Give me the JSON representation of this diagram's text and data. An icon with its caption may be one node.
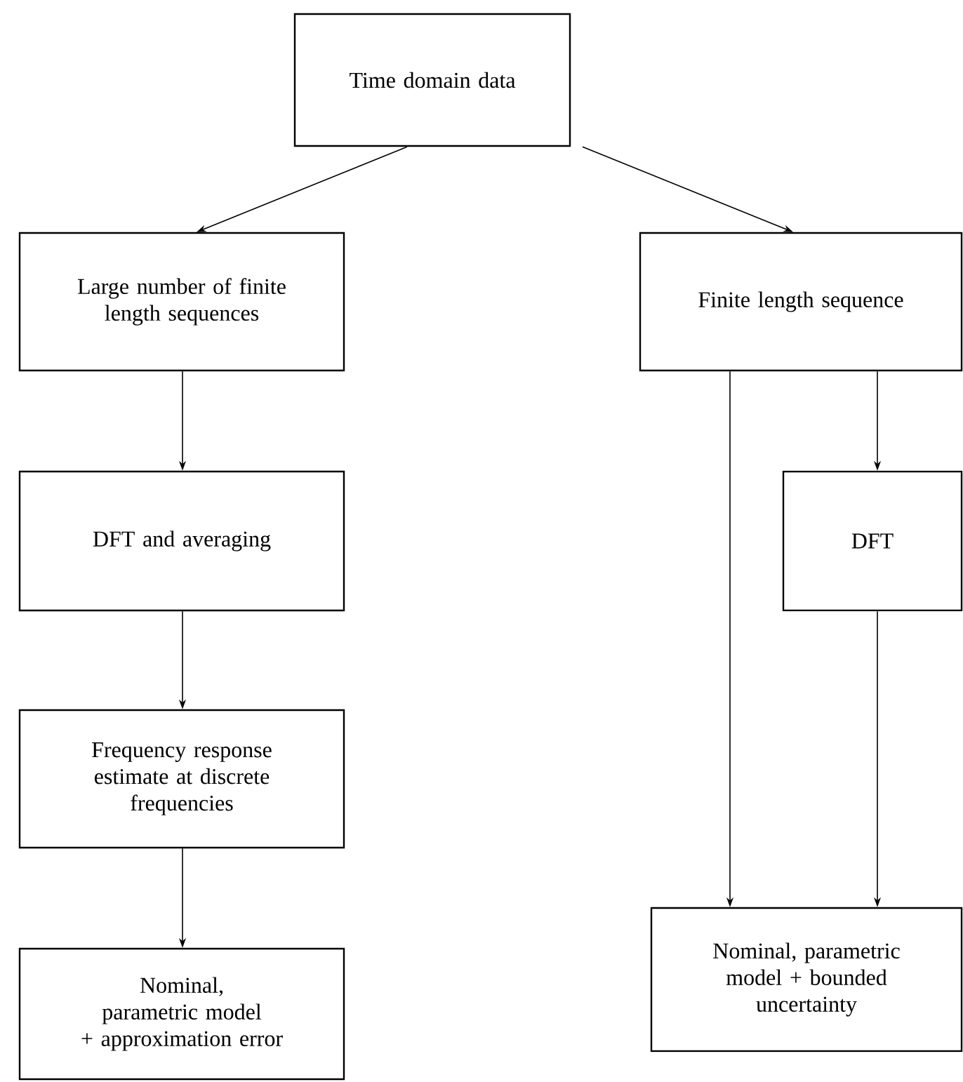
{
  "diagram": {
    "nodes": [
      {
        "text": [
          "Time domain data"
        ]
      },
      {
        "text": [
          "Large number of finite length sequences"
        ]
      },
      {
        "text": [
          "Finite length sequence"
        ]
      },
      {
        "text": [
          "DFT and averaging"
        ]
      },
      {
        "text": [
          "DFT"
        ]
      },
      {
        "text": [
          "Frequency response estimate at discrete frequencies"
        ]
      },
      {
        "text": [
          "Nominal, parametric model + approximation error"
        ]
      },
      {
        "text": [
          "Nominal, parametric model + bounded uncertainty"
        ]
      }
    ],
    "edges": [
      {
        "from": 0,
        "to": 1,
        "arrow": "to"
      },
      {
        "from": 0,
        "to": 2,
        "arrow": "to"
      },
      {
        "from": 1,
        "to": 3,
        "arrow": "to"
      },
      {
        "from": 3,
        "to": 5,
        "arrow": "to"
      },
      {
        "from": 5,
        "to": 6,
        "arrow": "to"
      },
      {
        "from": 2,
        "to": 4,
        "arrow": "to"
      },
      {
        "from": 2,
        "to": 7,
        "arrow": "to"
      },
      {
        "from": 4,
        "to": 7,
        "arrow": "to"
      }
    ]
  }
}
